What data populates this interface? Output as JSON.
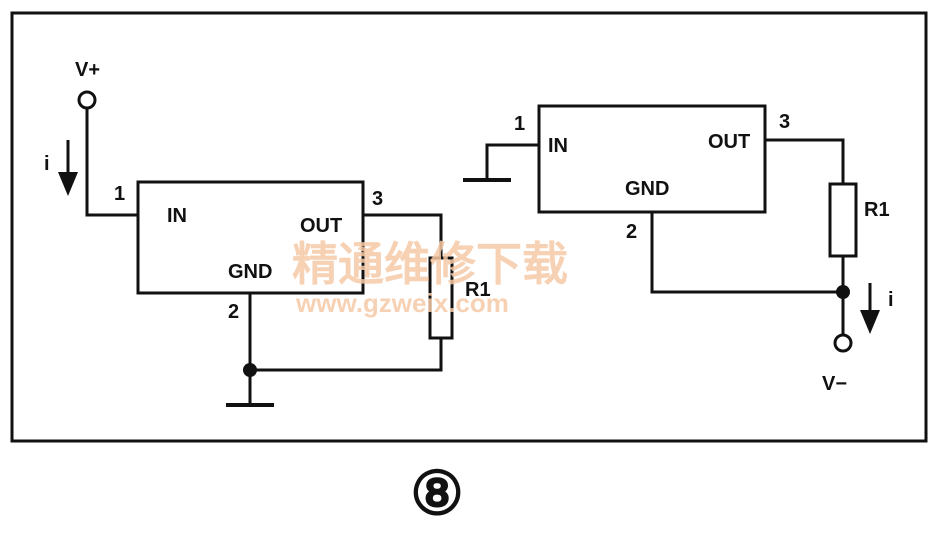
{
  "left_circuit": {
    "supply_label": "V+",
    "current_label": "i",
    "pin_in_number": "1",
    "pin_in_label": "IN",
    "pin_out_label": "OUT",
    "pin_out_number": "3",
    "pin_gnd_label": "GND",
    "pin_gnd_number": "2",
    "resistor_label": "R1"
  },
  "right_circuit": {
    "pin_in_number": "1",
    "pin_in_label": "IN",
    "pin_out_label": "OUT",
    "pin_out_number": "3",
    "pin_gnd_label": "GND",
    "pin_gnd_number": "2",
    "resistor_label": "R1",
    "current_label": "i",
    "supply_label": "V−"
  },
  "watermark": {
    "cn_text": "精通维修下载",
    "url_text": "www.gzweix.com"
  },
  "figure_number": "⑧"
}
